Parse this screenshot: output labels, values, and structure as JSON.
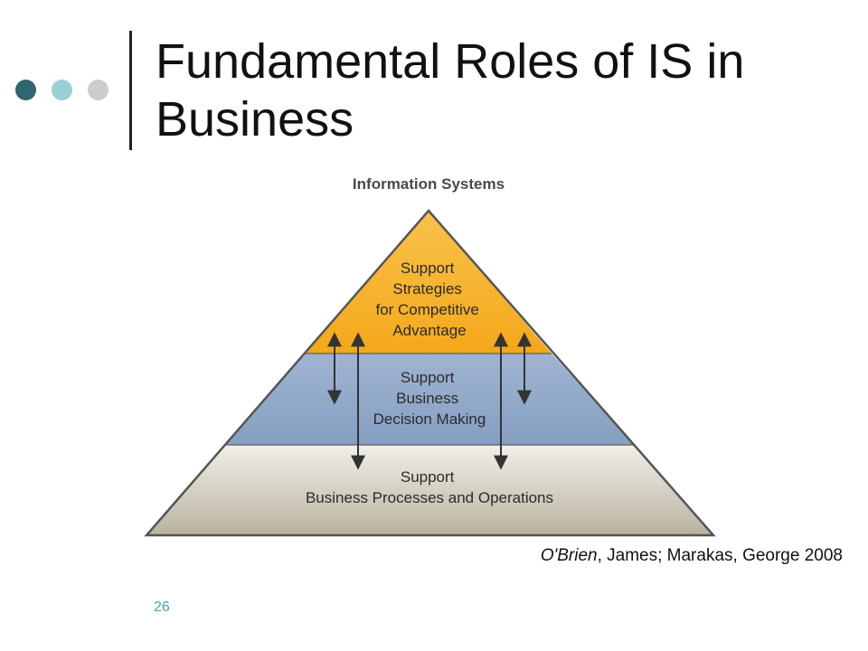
{
  "slide": {
    "title": "Fundamental Roles of IS in Business",
    "page_number": "26",
    "bullet_colors": [
      "#2f6670",
      "#9ccfd3",
      "#cccccc"
    ]
  },
  "diagram": {
    "heading": "Information Systems",
    "tiers": [
      {
        "lines": [
          "Support",
          "Strategies",
          "for Competitive",
          "Advantage"
        ],
        "color": "#f7b32a"
      },
      {
        "lines": [
          "Support",
          "Business",
          "Decision Making"
        ],
        "color": "#8fa7c7"
      },
      {
        "lines": [
          "Support",
          "Business Processes and Operations"
        ],
        "color": "#d8d4c6"
      }
    ]
  },
  "citation": {
    "author_1_surname": "O'Brien",
    "rest": ", James; Marakas, George 2008"
  }
}
